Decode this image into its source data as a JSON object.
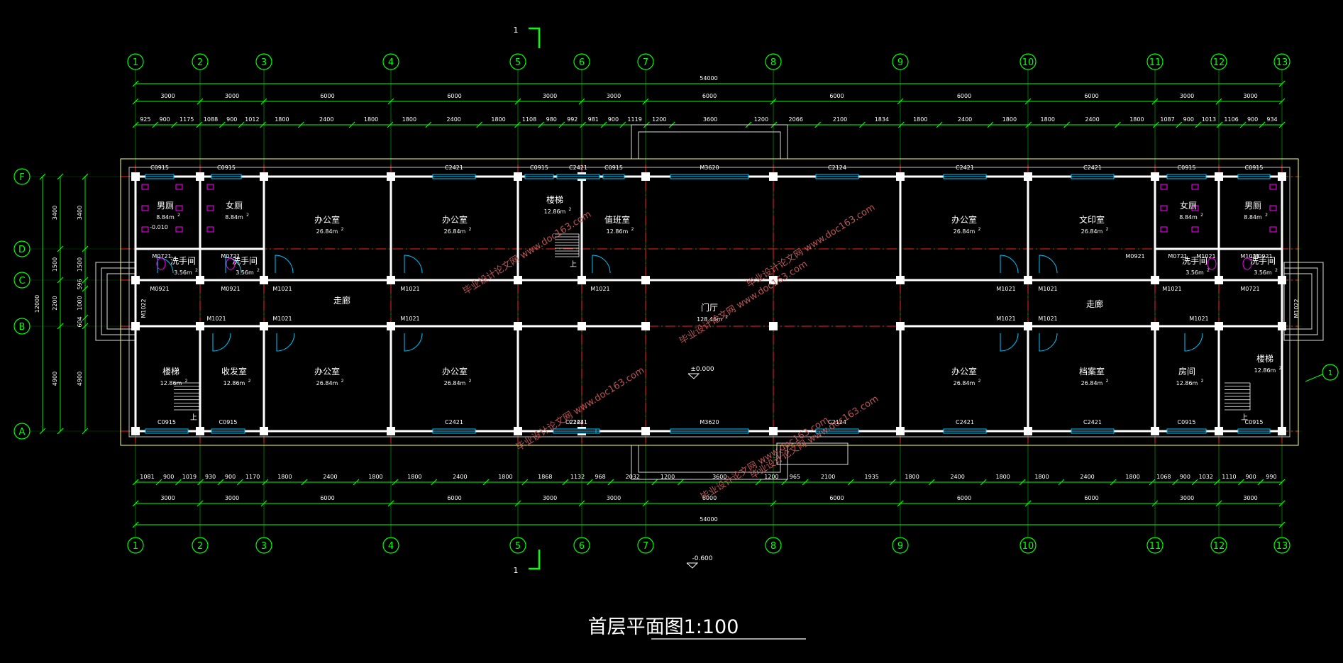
{
  "title": "首层平面图1:100",
  "section_mark": "1",
  "elevation_inside": "±0.000",
  "elevation_outside": "-0.600",
  "floor_elev_label": "-0.010",
  "colors": {
    "background": "#000000",
    "axis": "#00ff00",
    "wall": "#ffffff",
    "center": "#ff2020",
    "window": "#00c8ff",
    "door": "#00c8ff",
    "fixture": "#ff00ff",
    "dim": "#00ff00",
    "stair": "#ffffff",
    "outline": "#ffff66"
  },
  "axes_x": [
    "1",
    "2",
    "3",
    "4",
    "5",
    "6",
    "7",
    "8",
    "9",
    "10",
    "11",
    "12",
    "13"
  ],
  "axes_y": [
    "F",
    "D",
    "C",
    "B",
    "A"
  ],
  "dims": {
    "total": "54000",
    "bays": [
      "3000",
      "3000",
      "6000",
      "6000",
      "3000",
      "3000",
      "6000",
      "6000",
      "6000",
      "6000",
      "3000",
      "3000"
    ],
    "top_detail": [
      "925",
      "900",
      "1175",
      "1088",
      "900",
      "1012",
      "1800",
      "2400",
      "1800",
      "1800",
      "2400",
      "1800",
      "1108",
      "980",
      "992",
      "981",
      "900",
      "1119",
      "1200",
      "3600",
      "1200",
      "2066",
      "2100",
      "1834",
      "1800",
      "2400",
      "1800",
      "1800",
      "2400",
      "1800",
      "1087",
      "900",
      "1013",
      "1106",
      "900",
      "934"
    ],
    "bottom_detail": [
      "1081",
      "900",
      "1019",
      "930",
      "900",
      "1170",
      "1800",
      "2400",
      "1800",
      "1800",
      "2400",
      "1800",
      "1868",
      "1132",
      "968",
      "2032",
      "1200",
      "3600",
      "1200",
      "965",
      "2100",
      "1935",
      "1800",
      "2400",
      "1800",
      "1800",
      "2400",
      "1800",
      "1068",
      "900",
      "1032",
      "1110",
      "900",
      "990"
    ],
    "left_outer": [
      "3400",
      "1500",
      "2200",
      "4900"
    ],
    "left_inner": [
      "3400",
      "1500",
      "596",
      "1000",
      "604",
      "4900"
    ],
    "left_total": "12000"
  },
  "windows_top": [
    "C0915",
    "C0915",
    "C2421",
    "C2421",
    "C0915",
    "C0915",
    "M3620",
    "C2124",
    "C2421",
    "C2421",
    "C0915",
    "C0915"
  ],
  "windows_bottom": [
    "C0915",
    "C0915",
    "C2421",
    "C2421",
    "C2124",
    "M3620",
    "C2124",
    "C2421",
    "C2421",
    "C0915",
    "C0915"
  ],
  "doors": [
    "M0721",
    "M0721",
    "M0921",
    "M0921",
    "M1021",
    "M1021",
    "M1021",
    "M1021",
    "M1021",
    "M1021",
    "M1021",
    "M1021",
    "M1021",
    "M1021",
    "M1021",
    "M1021",
    "M1021",
    "M1021",
    "M0721",
    "M0721",
    "M0921",
    "M0921",
    "M1022",
    "M1022"
  ],
  "rooms": [
    {
      "name": "男厕",
      "area": "8.84m"
    },
    {
      "name": "女厕",
      "area": "8.84m"
    },
    {
      "name": "办公室",
      "area": "26.84m"
    },
    {
      "name": "办公室",
      "area": "26.84m"
    },
    {
      "name": "楼梯",
      "area": "12.86m"
    },
    {
      "name": "值班室",
      "area": "12.86m"
    },
    {
      "name": "办公室",
      "area": "26.84m"
    },
    {
      "name": "文印室",
      "area": "26.84m"
    },
    {
      "name": "女厕",
      "area": "8.84m"
    },
    {
      "name": "男厕",
      "area": "8.84m"
    },
    {
      "name": "洗手间",
      "area": "3.56m"
    },
    {
      "name": "洗手间",
      "area": "3.56m"
    },
    {
      "name": "洗手间",
      "area": "3.56m"
    },
    {
      "name": "洗手间",
      "area": "3.56m"
    },
    {
      "name": "走廊",
      "area": ""
    },
    {
      "name": "门厅",
      "area": "128.46m"
    },
    {
      "name": "走廊",
      "area": ""
    },
    {
      "name": "楼梯",
      "area": "12.86m"
    },
    {
      "name": "收发室",
      "area": "12.86m"
    },
    {
      "name": "办公室",
      "area": "26.84m"
    },
    {
      "name": "办公室",
      "area": "26.84m"
    },
    {
      "name": "办公室",
      "area": "26.84m"
    },
    {
      "name": "档案室",
      "area": "26.84m"
    },
    {
      "name": "房间",
      "area": "12.86m"
    },
    {
      "name": "楼梯",
      "area": "12.86m"
    }
  ],
  "stair_up": "上",
  "watermark": "毕业设计论文网 www.doc163.com"
}
